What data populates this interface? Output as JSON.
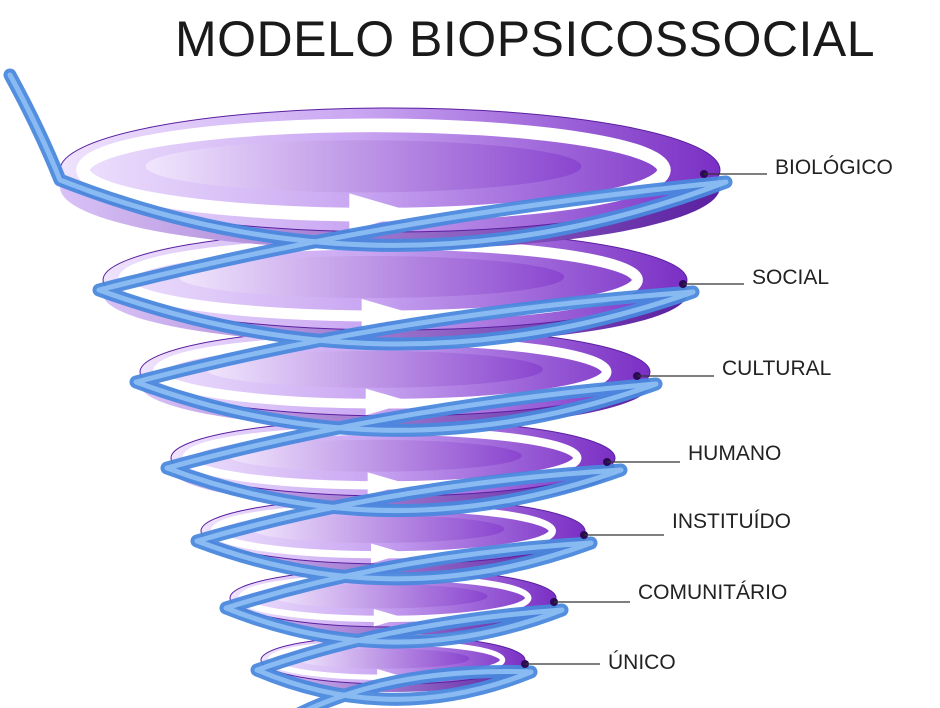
{
  "title": "MODELO BIOPSICOSSOCIAL",
  "levels": [
    {
      "label": "BIOLÓGICO"
    },
    {
      "label": "SOCIAL"
    },
    {
      "label": "CULTURAL"
    },
    {
      "label": "HUMANO"
    },
    {
      "label": "INSTITUÍDO"
    },
    {
      "label": "COMUNITÁRIO"
    },
    {
      "label": "ÚNICO"
    }
  ],
  "colors": {
    "disc_light": "#e6d6fb",
    "disc_dark": "#7a2fc4",
    "disc_edge": "#5a1fa0",
    "spiral": "#4a88dd",
    "spiral_light": "#8fc0f4",
    "arrow": "#ffffff",
    "leader": "#333333"
  }
}
